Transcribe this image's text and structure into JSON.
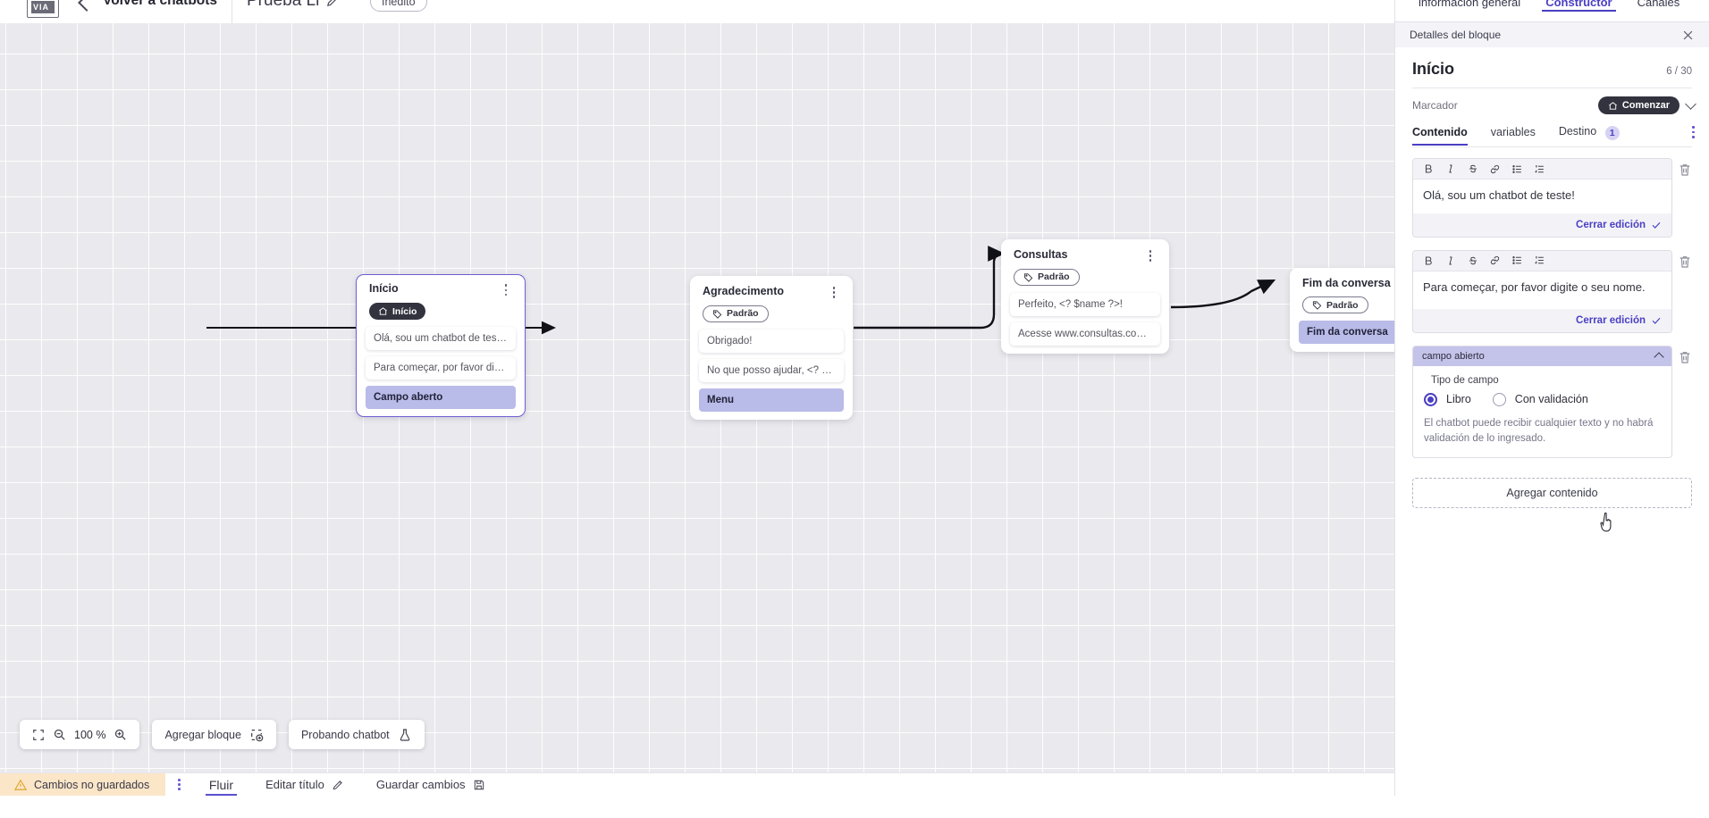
{
  "topbar": {
    "logo_text": "VIA",
    "back_label": "Volver a chatbots",
    "bot_title": "Prueba Li",
    "edit_title_icon": "pencil-icon",
    "status_badge": "Inédito"
  },
  "canvas": {
    "nodes": [
      {
        "title": "Início",
        "tag": "Início",
        "tag_style": "dark",
        "tag_icon": "home-icon",
        "selected": true,
        "rows": [
          {
            "text": "Olá, sou um chatbot de teste!",
            "accent": false
          },
          {
            "text": "Para começar, por favor digite o ...",
            "accent": false
          },
          {
            "text": "Campo aberto",
            "accent": true
          }
        ]
      },
      {
        "title": "Agradecimento",
        "tag": "Padrão",
        "tag_style": "outline",
        "tag_icon": "tag-icon",
        "selected": false,
        "rows": [
          {
            "text": "Obrigado!",
            "accent": false
          },
          {
            "text": "No que posso ajudar, <? $name ...",
            "accent": false
          },
          {
            "text": "Menu",
            "accent": true
          }
        ]
      },
      {
        "title": "Consultas",
        "tag": "Padrão",
        "tag_style": "outline",
        "tag_icon": "tag-icon",
        "selected": false,
        "rows": [
          {
            "text": "Perfeito, <? $name ?>!",
            "accent": false
          },
          {
            "text": "Acesse www.consultas.com par...",
            "accent": false
          }
        ]
      },
      {
        "title": "Fim da conversa",
        "tag": "Padrão",
        "tag_style": "outline",
        "tag_icon": "tag-icon",
        "selected": false,
        "rows": [
          {
            "text": "Fim da conversa",
            "accent": true
          }
        ]
      }
    ]
  },
  "floating_tools": {
    "fit_icon": "fit-screen-icon",
    "zoom_out_icon": "zoom-out-icon",
    "zoom_level": "100 %",
    "zoom_in_icon": "zoom-in-icon",
    "add_block_label": "Agregar bloque",
    "add_block_icon": "add-block-icon",
    "test_bot_label": "Probando chatbot",
    "test_bot_icon": "flask-icon"
  },
  "bottombar": {
    "unsaved_label": "Cambios no guardados",
    "warning_icon": "warning-icon",
    "kebab_icon": "kebab-icon",
    "tab_flow": "Fluir",
    "edit_title_label": "Editar título",
    "edit_title_icon": "pencil-icon",
    "save_label": "Guardar cambios",
    "save_icon": "save-icon"
  },
  "right_panel": {
    "tabs": [
      {
        "label": "información general",
        "active": false
      },
      {
        "label": "Constructor",
        "active": true
      },
      {
        "label": "Canales",
        "active": false
      }
    ],
    "subheader_title": "Detalles del bloque",
    "close_icon": "close-icon",
    "block_name": "Início",
    "block_count": "6 / 30",
    "marker_label": "Marcador",
    "marker_chip": "Comenzar",
    "marker_chip_icon": "home-icon",
    "marker_chevron_icon": "chevron-down-icon",
    "content_tabs": [
      {
        "label": "Contenido",
        "active": true,
        "badge": null
      },
      {
        "label": "variables",
        "active": false,
        "badge": null
      },
      {
        "label": "Destino",
        "active": false,
        "badge": "1"
      }
    ],
    "tabs_kebab_icon": "kebab-icon",
    "editor_toolbar": [
      "bold-icon",
      "italic-icon",
      "strikethrough-icon",
      "link-icon",
      "bulleted-list-icon",
      "numbered-list-icon"
    ],
    "editors": [
      {
        "text": "Olá, sou um chatbot de teste!",
        "close_label": "Cerrar edición",
        "check_icon": "check-icon",
        "delete_icon": "trash-icon"
      },
      {
        "text": "Para começar, por favor digite o seu nome.",
        "close_label": "Cerrar edición",
        "check_icon": "check-icon",
        "delete_icon": "trash-icon"
      }
    ],
    "field_card": {
      "header": "campo abierto",
      "collapse_icon": "chevron-up-icon",
      "delete_icon": "trash-icon",
      "type_label": "Tipo de campo",
      "options": [
        {
          "label": "Libro",
          "selected": true
        },
        {
          "label": "Con validación",
          "selected": false
        }
      ],
      "help_text": "El chatbot puede recibir cualquier texto y no habrá validación de lo ingresado."
    },
    "add_content_label": "Agregar contenido"
  },
  "colors": {
    "accent": "#4a3fc4",
    "node_accent_row": "#b9bbe8",
    "warning_bg": "#fbe6c8",
    "canvas_bg": "#eaeaee",
    "chip_dark": "#33333f"
  }
}
